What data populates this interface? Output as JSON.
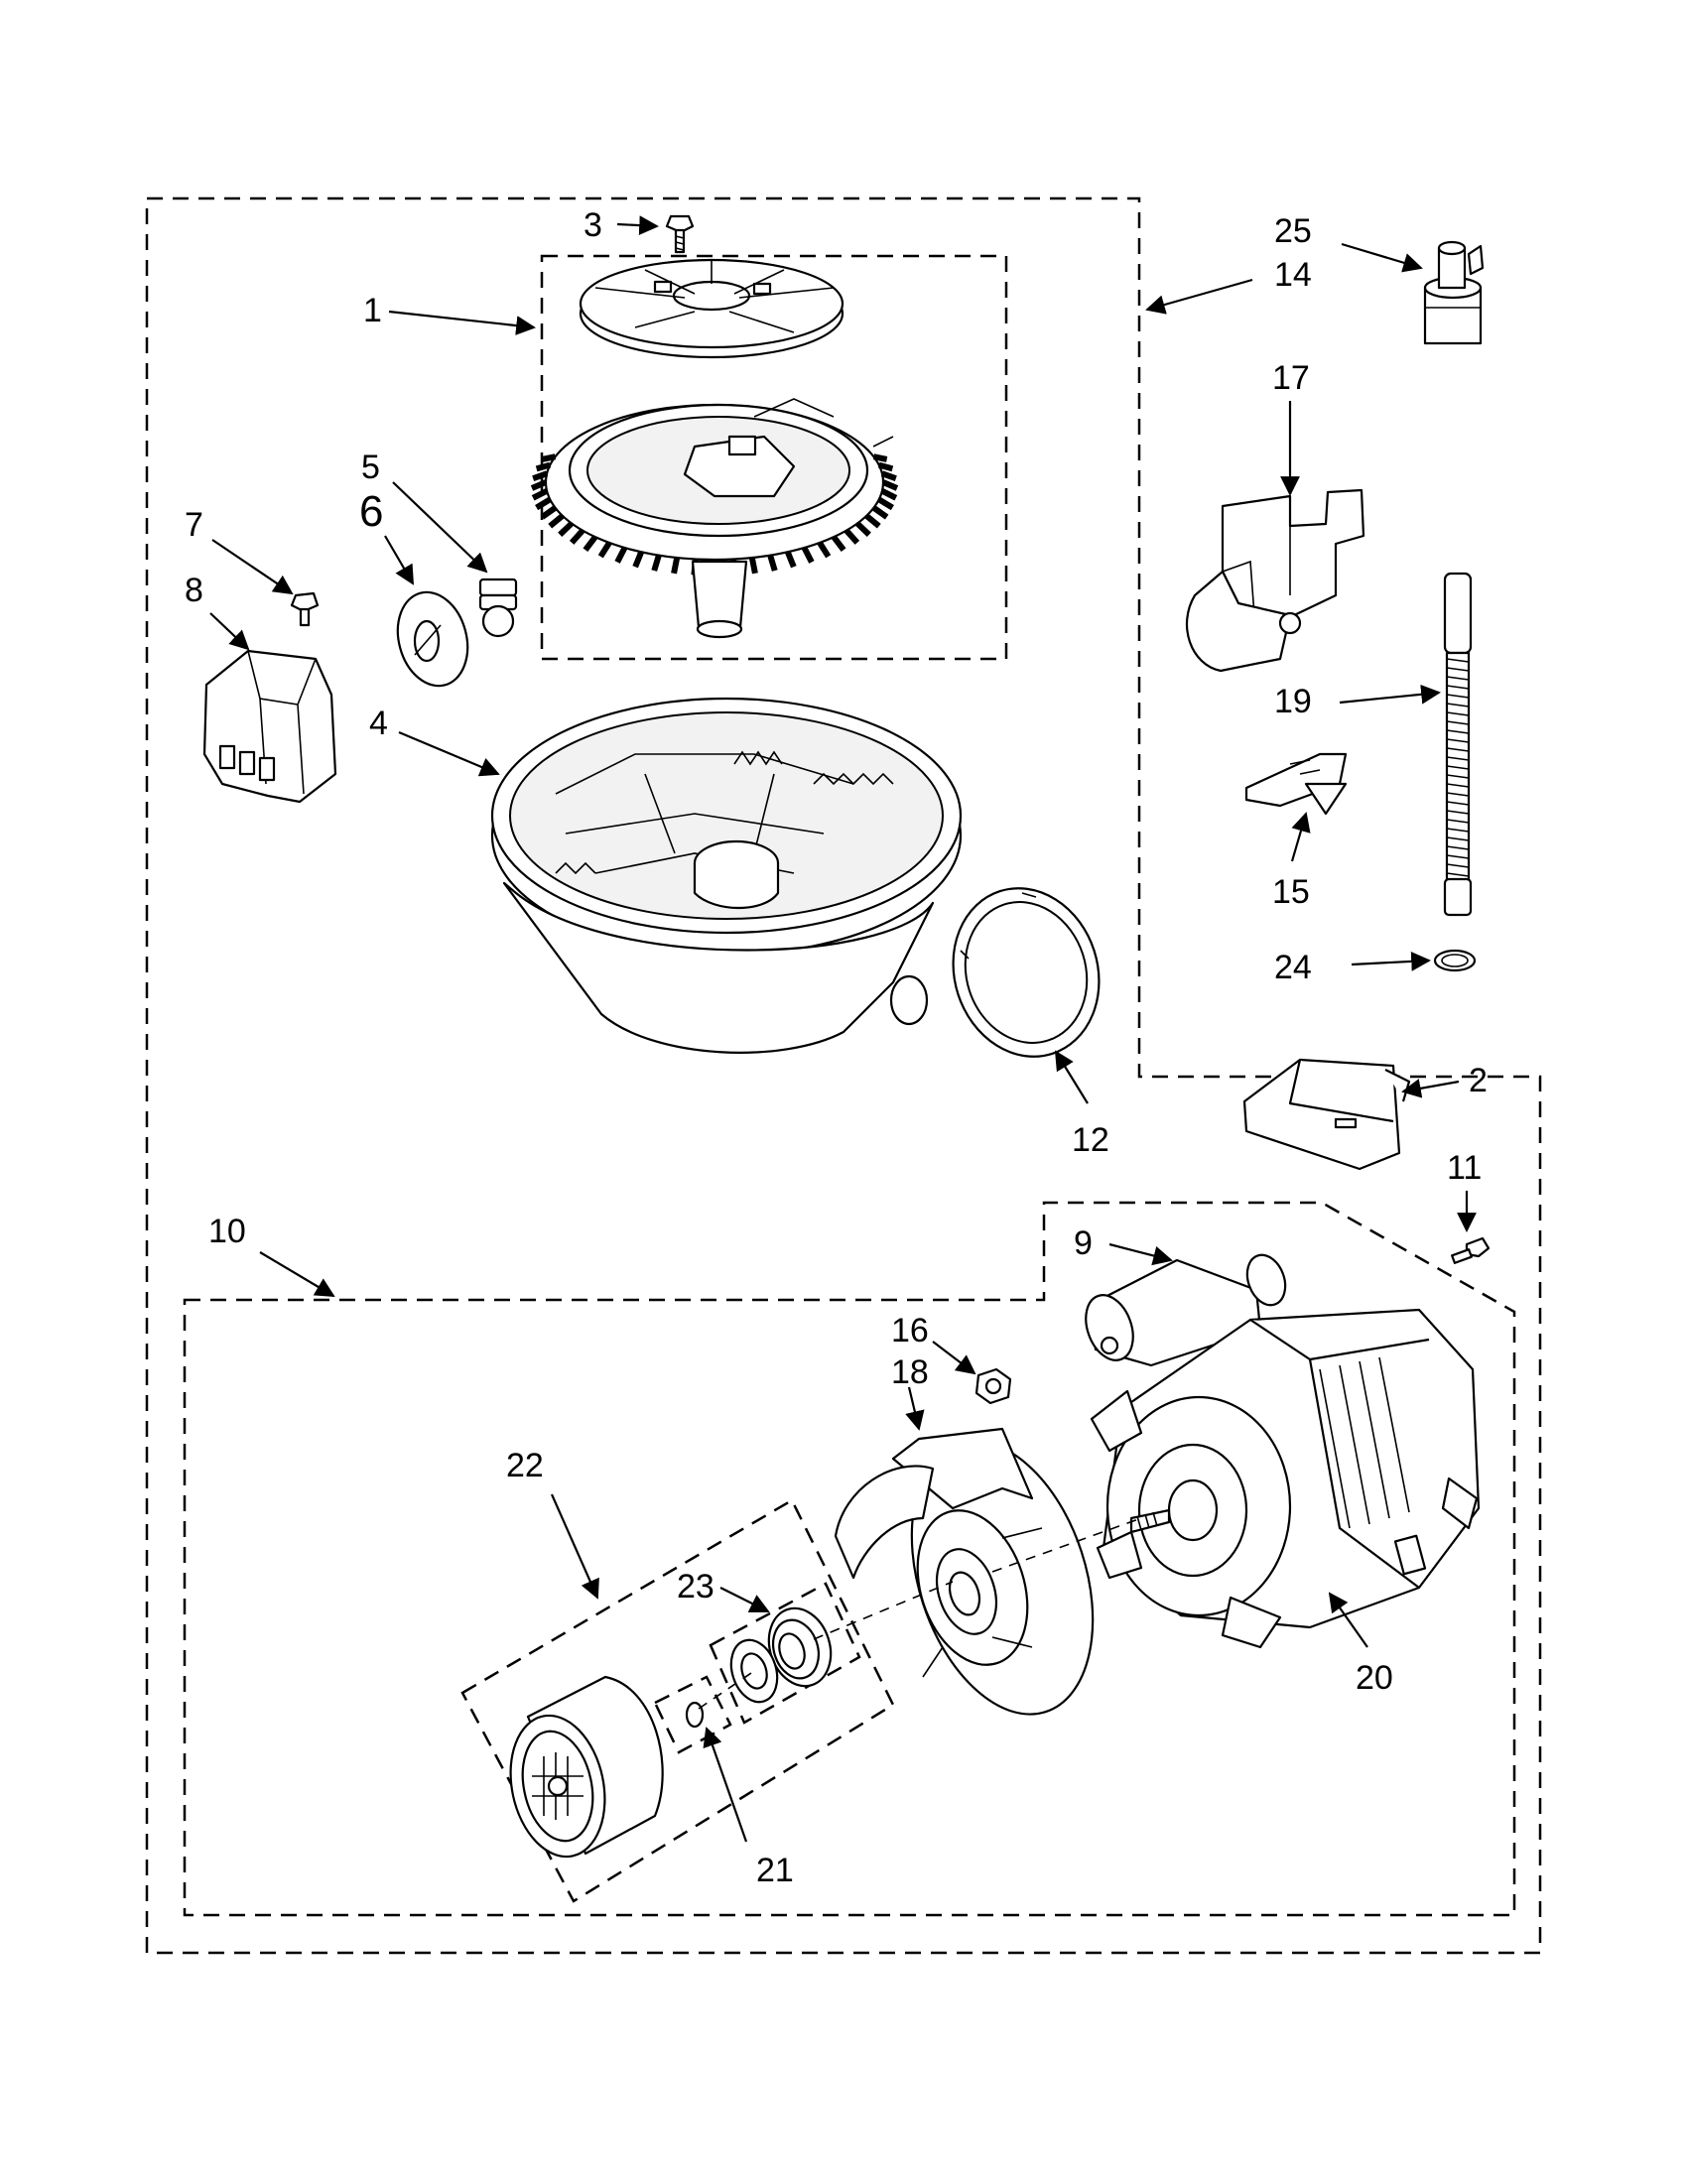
{
  "diagram": {
    "callouts": [
      "1",
      "2",
      "3",
      "4",
      "5",
      "6",
      "7",
      "8",
      "9",
      "10",
      "11",
      "12",
      "14",
      "15",
      "16",
      "17",
      "18",
      "19",
      "20",
      "21",
      "22",
      "23",
      "24",
      "25"
    ]
  }
}
